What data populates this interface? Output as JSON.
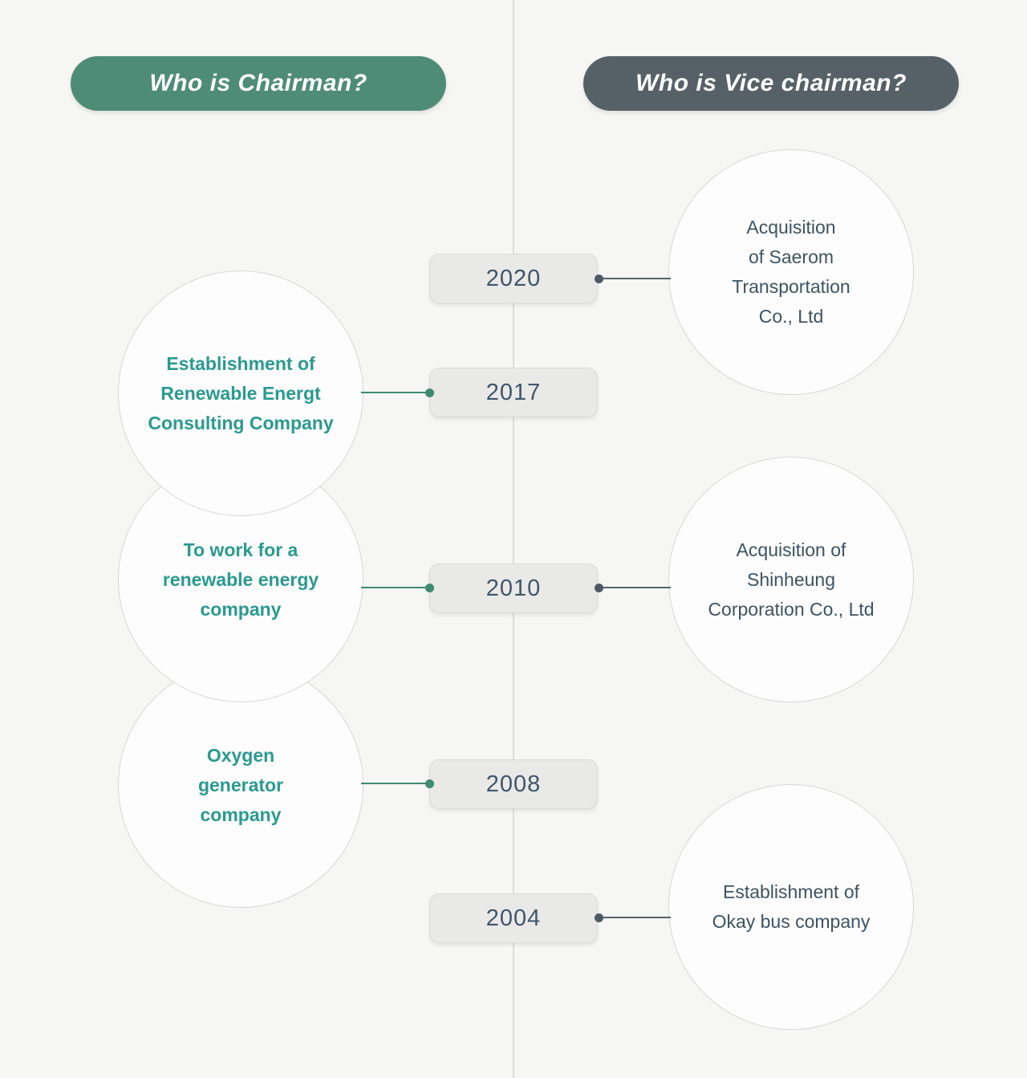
{
  "headers": {
    "chairman": "Who is Chairman?",
    "vice_chairman": "Who is Vice chairman?"
  },
  "years": [
    "2020",
    "2017",
    "2010",
    "2008",
    "2004"
  ],
  "events": {
    "chairman": [
      {
        "year": "2017",
        "text": "Establishment of\nRenewable Energt\nConsulting Company"
      },
      {
        "year": "2010",
        "text": "To work for a\nrenewable energy\ncompany"
      },
      {
        "year": "2008",
        "text": "Oxygen\ngenerator\ncompany"
      }
    ],
    "vice_chairman": [
      {
        "year": "2020",
        "text": "Acquisition\nof Saerom\nTransportation\nCo., Ltd"
      },
      {
        "year": "2010",
        "text": "Acquisition of\nShinheung\nCorporation Co., Ltd"
      },
      {
        "year": "2004",
        "text": "Establishment of\nOkay bus company"
      }
    ]
  },
  "colors": {
    "background": "#f6f6f5",
    "chairman_pill": "#4f8c77",
    "vice_chairman_pill": "#566167",
    "chairman_text": "#2a9a8f",
    "vice_chairman_text": "#3d5363",
    "year_text": "#41566a",
    "year_box": "#e9e9e8",
    "left_connector": "#3f8a72",
    "right_connector": "#55626b",
    "axis": "#dcdcdb"
  }
}
